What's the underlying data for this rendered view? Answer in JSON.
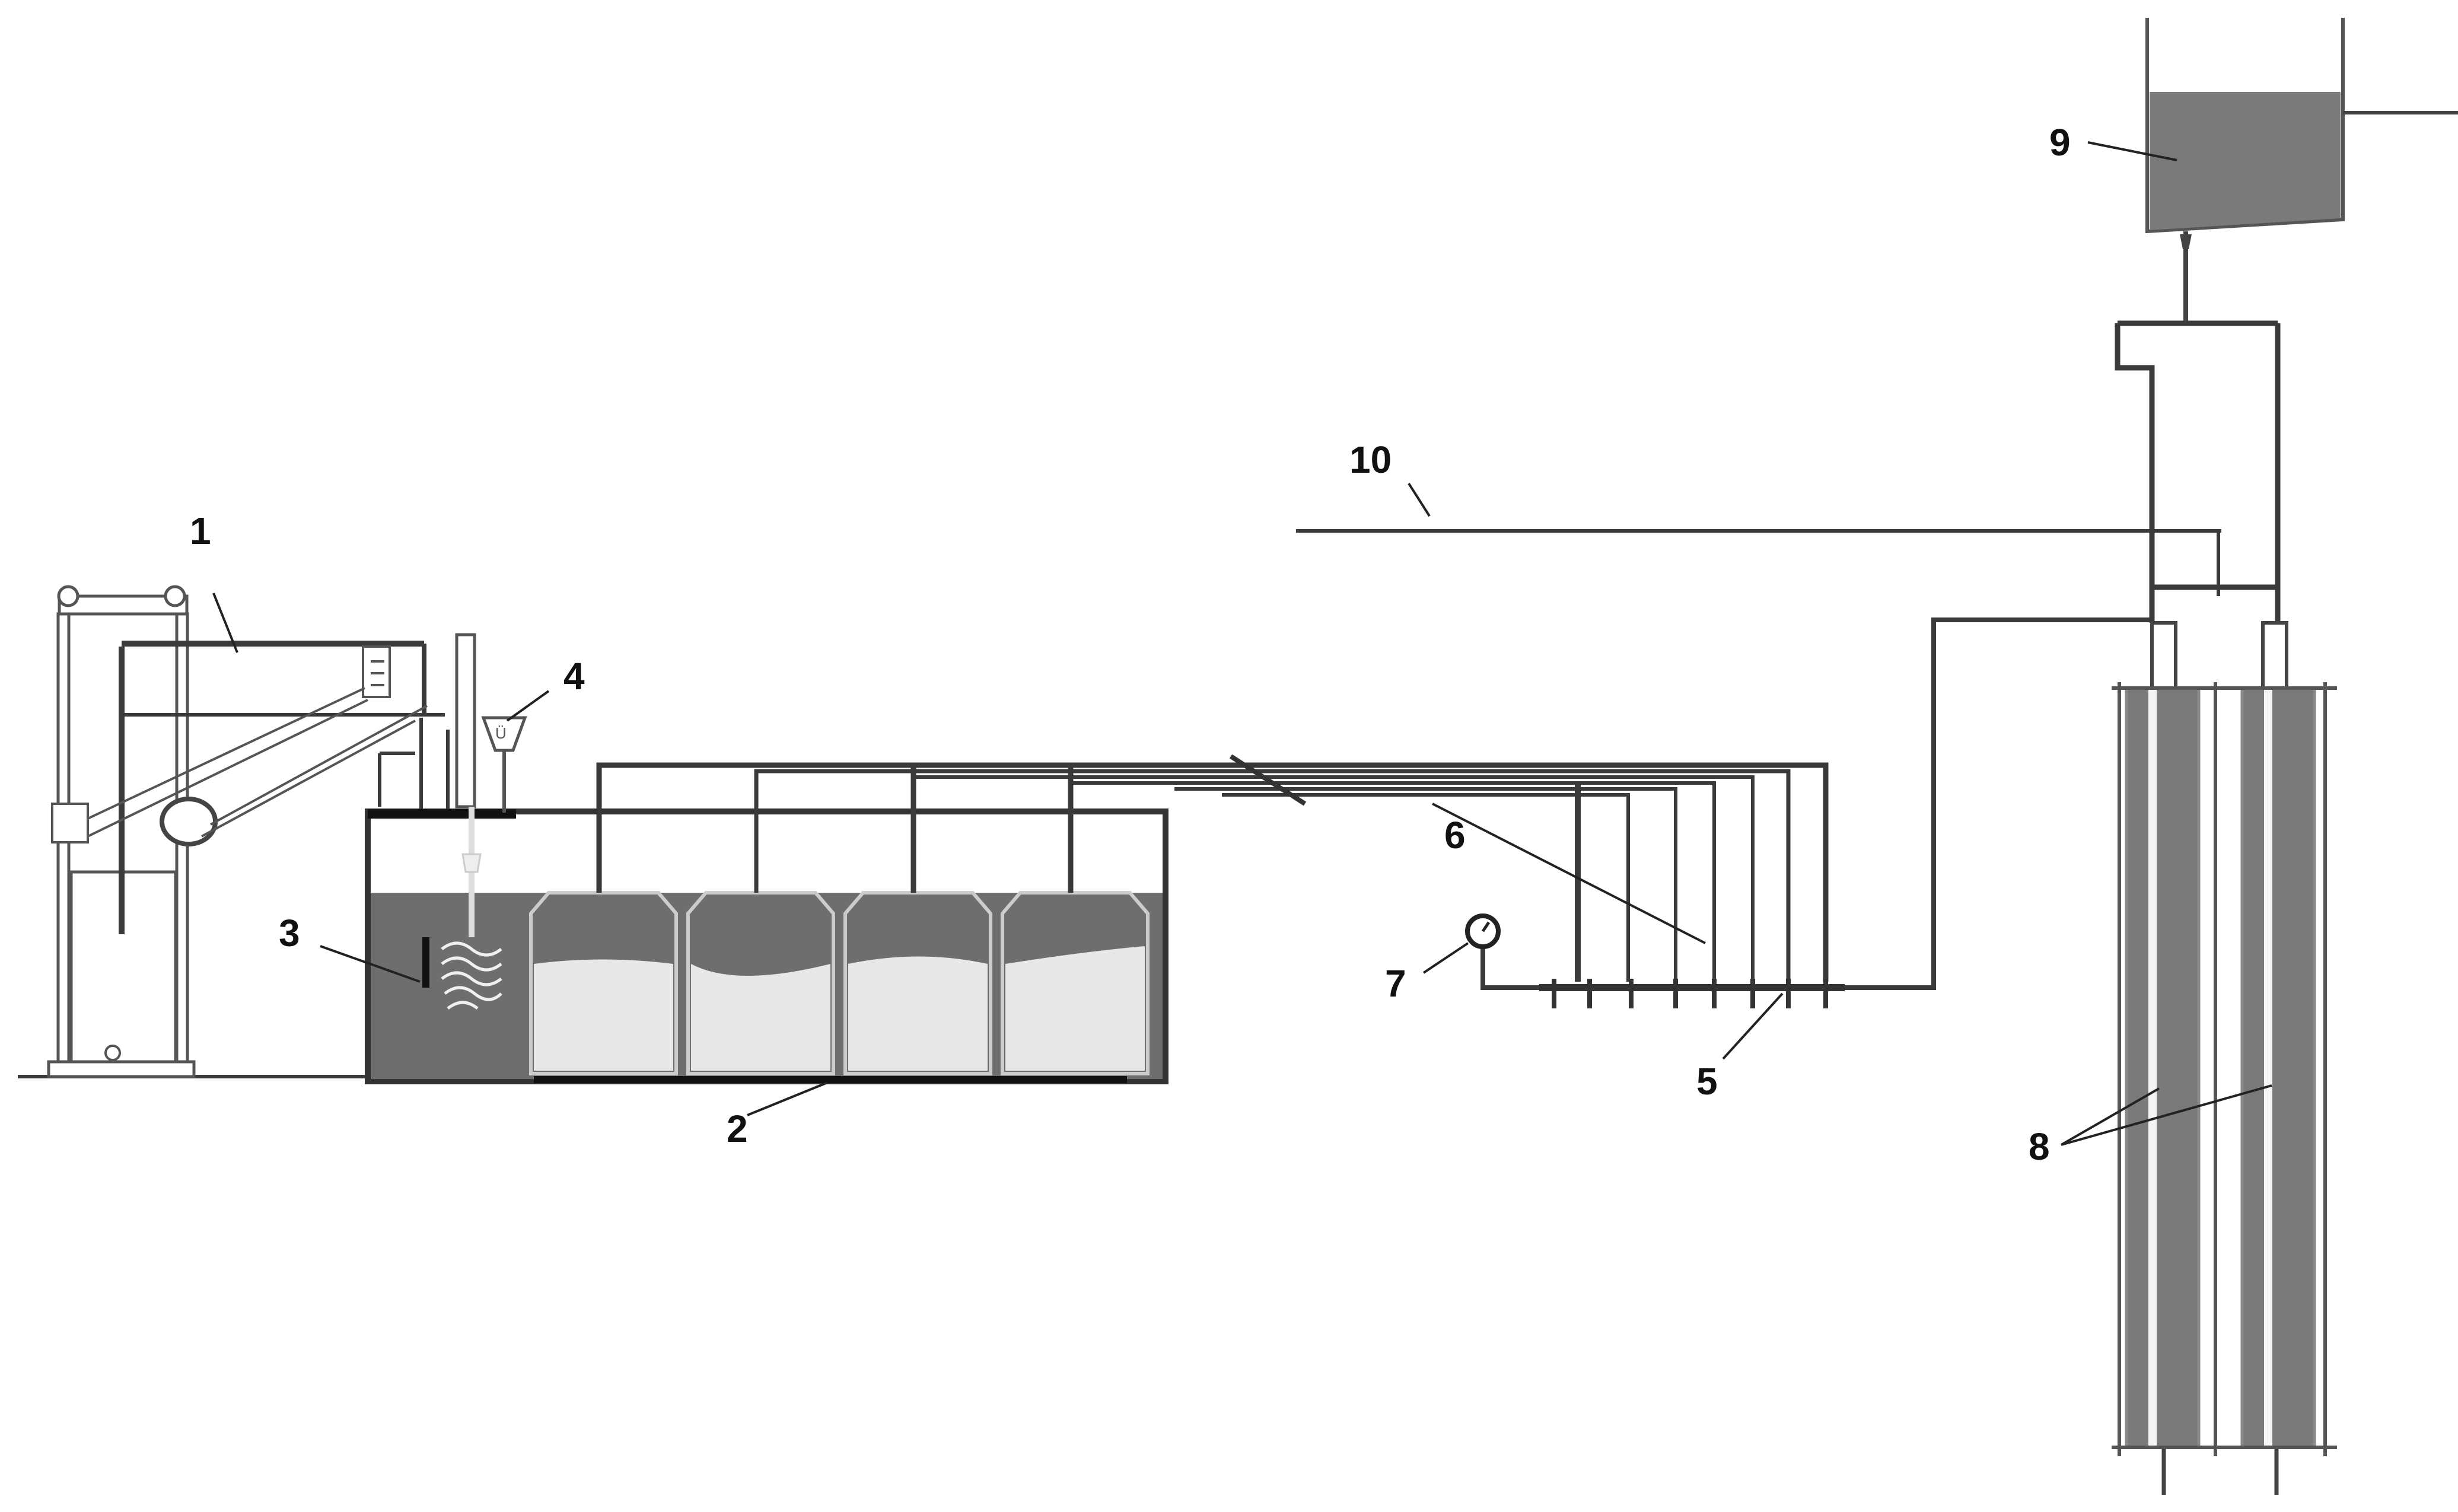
{
  "colors": {
    "water": "#6e6e6e",
    "column": "#7a7a7a",
    "line": "#3a3a3a",
    "sediment": "#e8e8e8",
    "background": "#ffffff"
  },
  "labels": {
    "l1": "1",
    "l2": "2",
    "l3": "3",
    "l4": "4",
    "l5": "5",
    "l6": "6",
    "l7": "7",
    "l8": "8",
    "l9": "9",
    "l10": "10"
  }
}
